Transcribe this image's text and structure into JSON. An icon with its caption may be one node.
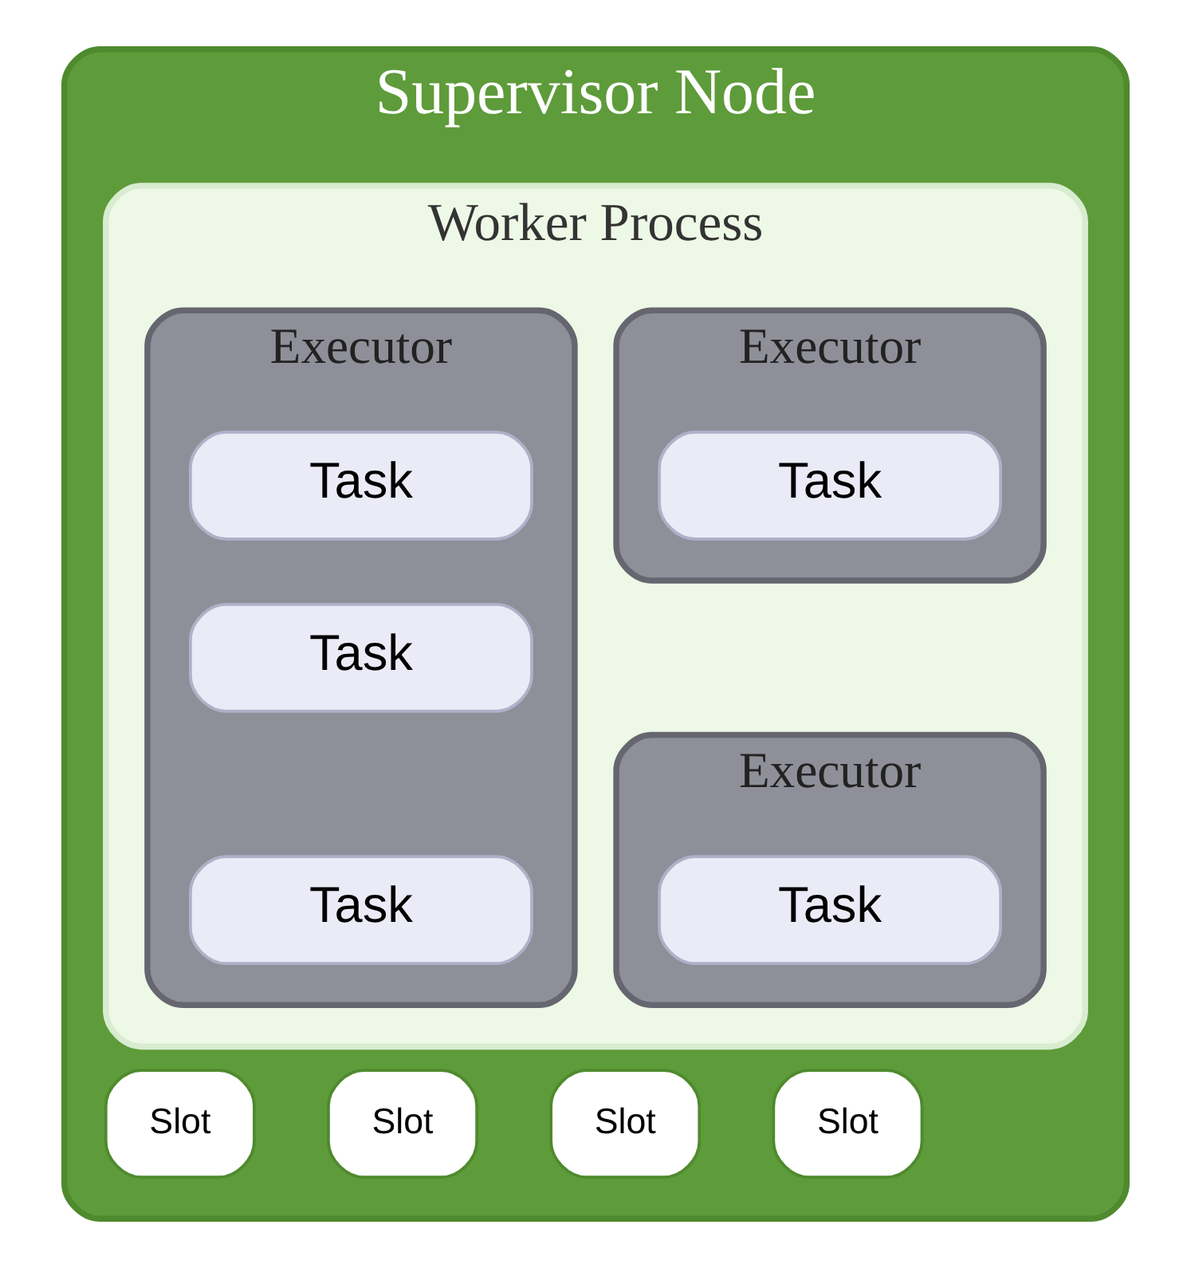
{
  "diagram": {
    "nodes": [
      {
        "text": [
          "Supervisor Node"
        ]
      },
      {
        "text": [
          "Worker Process"
        ],
        "in": 0
      },
      {
        "text": [
          "Executor"
        ],
        "in": 1
      },
      {
        "text": [
          "Task"
        ],
        "in": 2
      },
      {
        "text": [
          "Executor"
        ],
        "in": 1
      },
      {
        "text": [
          "Task"
        ],
        "in": 4
      },
      {
        "text": [
          "Task"
        ],
        "in": 4
      },
      {
        "text": [
          "Task"
        ],
        "in": 4
      },
      {
        "text": [
          "Executor"
        ],
        "in": 1
      },
      {
        "text": [
          "Task"
        ],
        "in": 8
      },
      {
        "text": [
          "Slot"
        ],
        "in": 0
      },
      {
        "text": [
          "Slot"
        ],
        "in": 0
      },
      {
        "text": [
          "Slot"
        ],
        "in": 0
      },
      {
        "text": [
          "Slot"
        ],
        "in": 0
      }
    ]
  }
}
